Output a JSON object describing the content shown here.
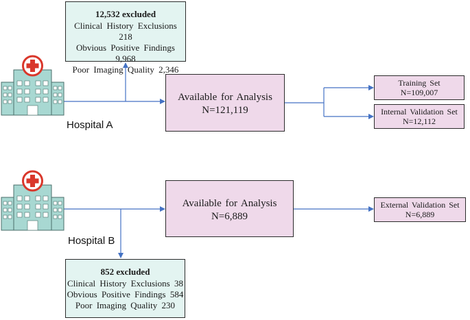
{
  "hospital_a": {
    "label": "Hospital A",
    "excluded": {
      "title": "12,532 excluded",
      "lines": [
        "Clinical  History  Exclusions  218",
        "Obvious  Positive  Findings  9,968",
        "Poor  Imaging  Quality  2,346"
      ]
    },
    "available": {
      "label": "Available  for Analysis",
      "n": "N=121,119"
    },
    "training": {
      "label": "Training  Set",
      "n": "N=109,007"
    },
    "internal": {
      "label": "Internal  Validation  Set",
      "n": "N=12,112"
    }
  },
  "hospital_b": {
    "label": "Hospital B",
    "excluded": {
      "title": "852 excluded",
      "lines": [
        "Clinical  History  Exclusions  38",
        "Obvious  Positive  Findings  584",
        "Poor  Imaging  Quality  230"
      ]
    },
    "available": {
      "label": "Available  for Analysis",
      "n": "N=6,889"
    },
    "external": {
      "label": "External  Validation  Set",
      "n": "N=6,889"
    }
  },
  "colors": {
    "excluded_fill": "#e3f4f1",
    "analysis_fill": "#efd9ea",
    "arrow": "#4472c4",
    "hospital_body": "#a8d8d2",
    "hospital_cross": "#d9372b"
  }
}
